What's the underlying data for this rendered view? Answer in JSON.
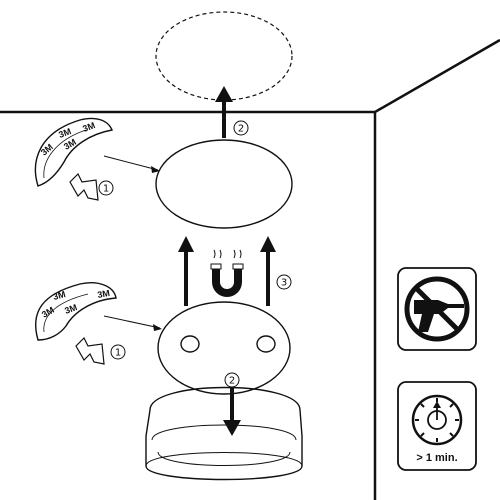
{
  "steps": {
    "peel": "1",
    "separate": "2",
    "attach": "3"
  },
  "tape_brand": "3M",
  "icons": {
    "no_drill": "no-drill-icon",
    "timer": "stopwatch-icon",
    "magnet": "magnet-icon"
  },
  "timer_caption": "> 1 min."
}
